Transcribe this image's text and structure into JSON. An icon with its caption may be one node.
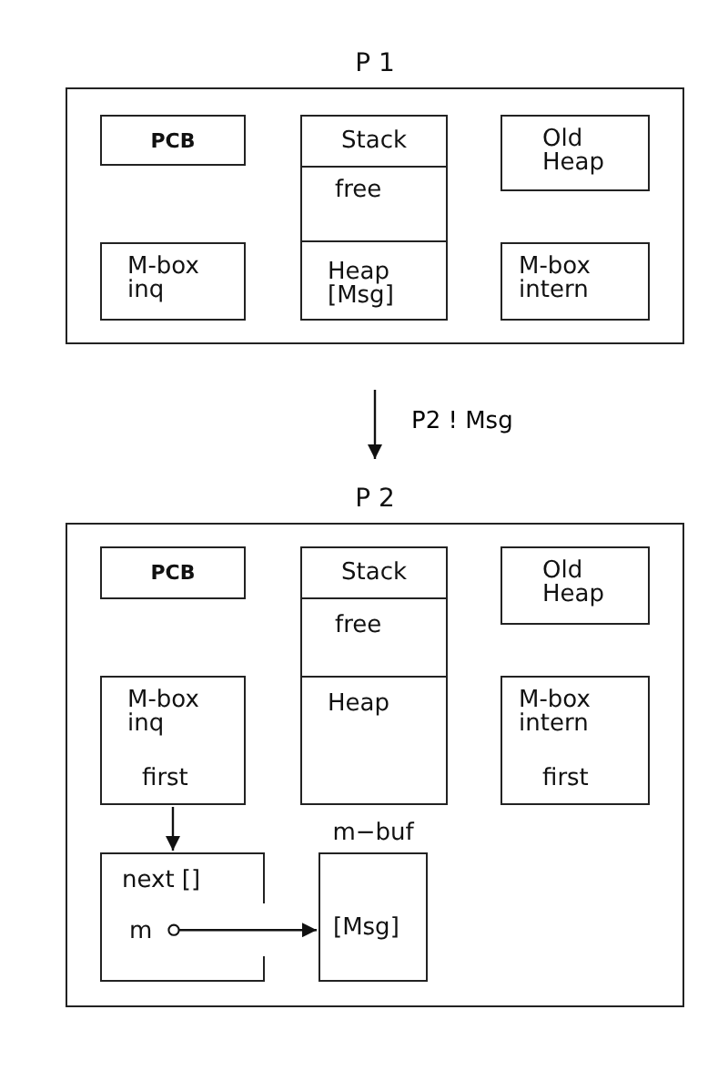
{
  "diagram": {
    "nodes": [
      {
        "text": [
          "P 1"
        ]
      },
      {
        "text": [
          "PCB"
        ],
        "in": 0
      },
      {
        "text": [
          "Stack"
        ],
        "in": 0
      },
      {
        "text": [
          "free"
        ],
        "in": 0
      },
      {
        "text": [
          "Heap [Msg]"
        ],
        "in": 0
      },
      {
        "text": [
          "Old Heap"
        ],
        "in": 0
      },
      {
        "text": [
          "M-box inq"
        ],
        "in": 0
      },
      {
        "text": [
          "M-box intern"
        ],
        "in": 0
      },
      {
        "text": [
          "P 2"
        ]
      },
      {
        "text": [
          "PCB"
        ],
        "in": 8
      },
      {
        "text": [
          "Stack"
        ],
        "in": 8
      },
      {
        "text": [
          "free"
        ],
        "in": 8
      },
      {
        "text": [
          "Heap"
        ],
        "in": 8
      },
      {
        "text": [
          "Old Heap"
        ],
        "in": 8
      },
      {
        "text": [
          "M-box inq",
          "first"
        ],
        "in": 8
      },
      {
        "text": [
          "M-box intern",
          "first"
        ],
        "in": 8
      },
      {
        "text": [
          "next []",
          "m"
        ],
        "in": 8
      },
      {
        "text": [
          "m−buf",
          "[Msg]"
        ],
        "in": 8
      }
    ],
    "edges": [
      {
        "from": 0,
        "to": 8,
        "arrow": "to",
        "label": "P2 ! Msg"
      },
      {
        "from": 14,
        "to": 16,
        "arrow": "to"
      },
      {
        "from": 16,
        "to": 17,
        "arrow": "to"
      }
    ]
  }
}
